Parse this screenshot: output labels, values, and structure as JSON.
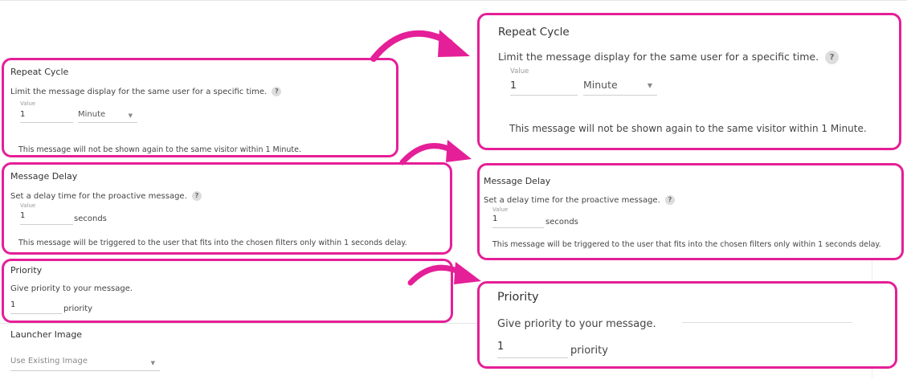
{
  "colors": {
    "highlight": "#e51f97",
    "help_badge": "#dddddd"
  },
  "icons": {
    "help": "question-mark-icon",
    "dropdown": "caret-down-icon",
    "arrow": "curved-arrow-icon"
  },
  "repeat_cycle": {
    "title": "Repeat Cycle",
    "description": "Limit the message display for the same user for a specific time.",
    "help": "?",
    "value_label": "Value",
    "value": "1",
    "unit_selected": "Minute",
    "info": "This message will not be shown again to the same visitor within 1 Minute."
  },
  "message_delay": {
    "title": "Message Delay",
    "description": "Set a delay time for the proactive message.",
    "help": "?",
    "value_label": "Value",
    "value": "1",
    "unit": "seconds",
    "info": "This message will be triggered to the user that fits into the chosen filters only within 1 seconds delay."
  },
  "priority": {
    "title": "Priority",
    "description": "Give priority to your message.",
    "value": "1",
    "unit": "priority"
  },
  "launcher_image": {
    "title": "Launcher Image",
    "selected": "Use Existing Image"
  }
}
